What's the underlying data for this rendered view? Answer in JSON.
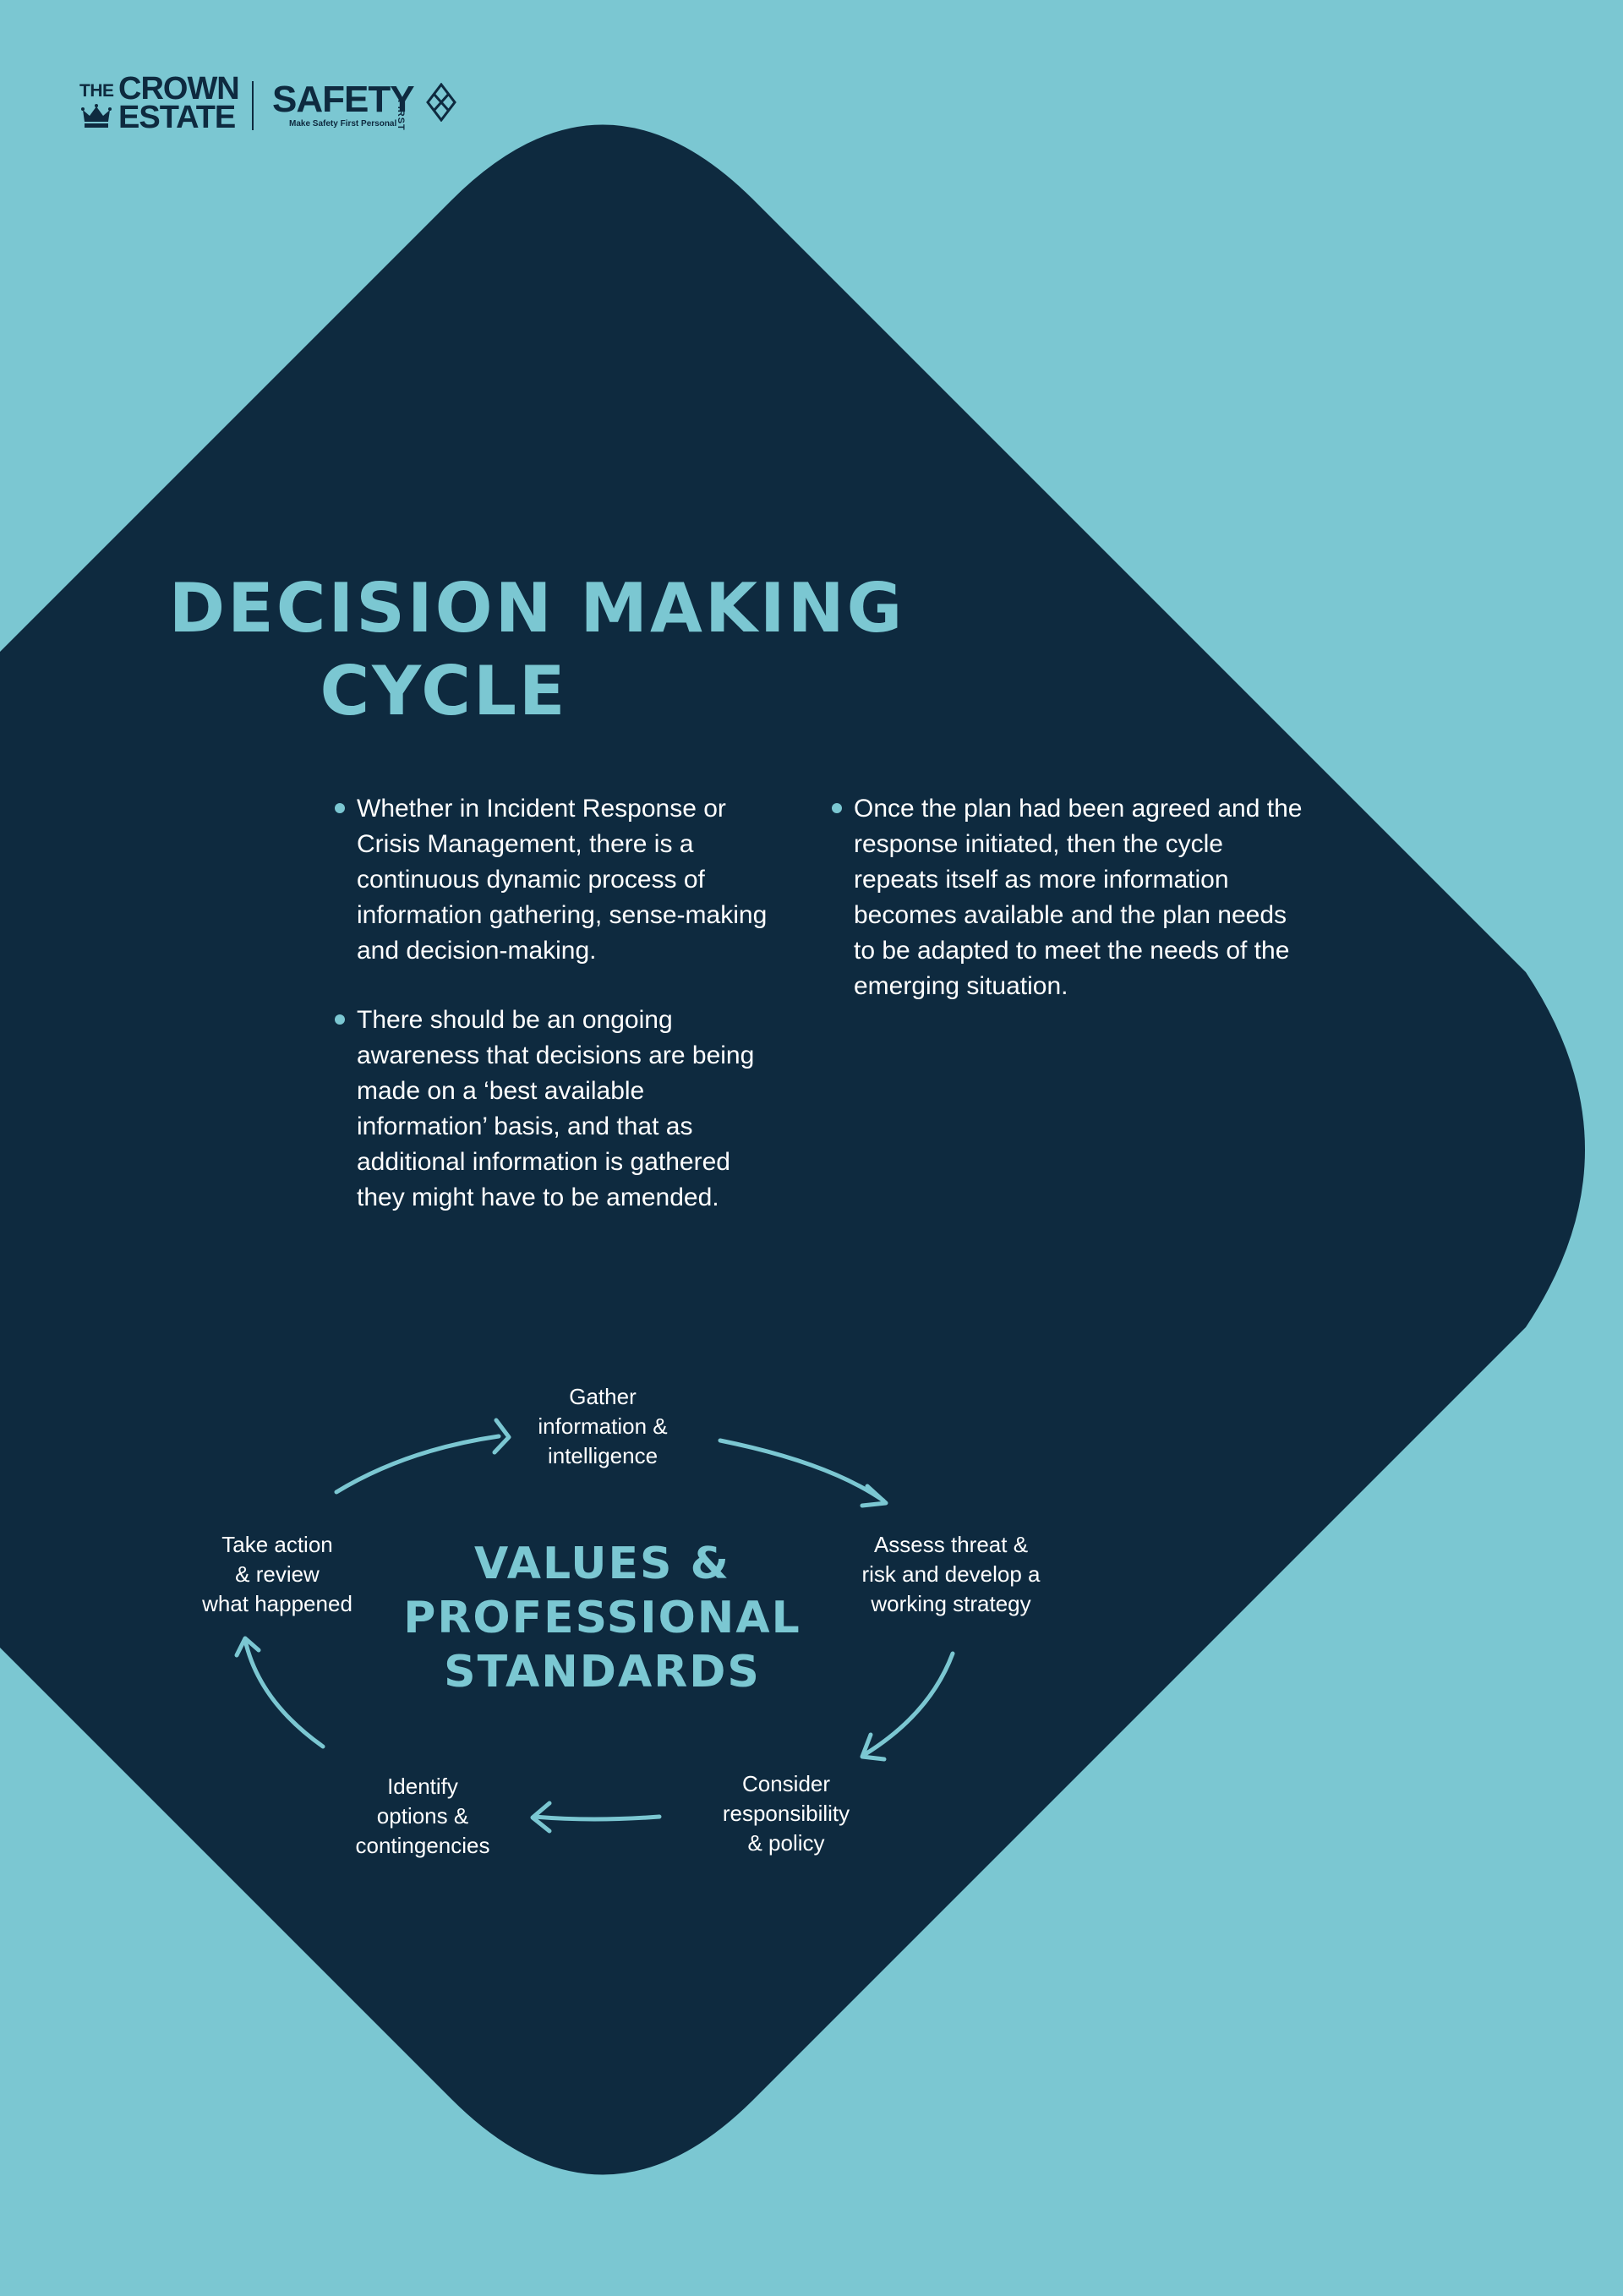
{
  "colors": {
    "background": "#7bc7d2",
    "panel": "#0e2a3f",
    "accent": "#7bc7d2",
    "text": "#ffffff"
  },
  "header": {
    "brand_the": "THE",
    "brand_crown": "CROWN",
    "brand_estate": "ESTATE",
    "safety": "SAFETY",
    "safety_tagline": "Make Safety First Personal",
    "safety_first": "FIRST",
    "icons": [
      "crown-icon",
      "safety-first-mark-icon"
    ]
  },
  "title": {
    "line1": "DECISION MAKING",
    "line2": "CYCLE"
  },
  "bullets_left": [
    "Whether in Incident Response or Crisis Management, there is a continuous dynamic process of information gathering, sense-making and decision-making.",
    "There should be an ongoing awareness that decisions are being made on a ‘best available information’ basis, and that as additional information is gathered they might have to be amended."
  ],
  "bullets_right": [
    "Once the plan had been agreed and the response initiated, then the cycle repeats itself as more information becomes available and the plan needs to be adapted to meet the needs of the emerging situation."
  ],
  "cycle": {
    "center": "VALUES &\nPROFESSIONAL\nSTANDARDS",
    "steps": [
      "Gather\ninformation &\nintelligence",
      "Assess threat &\nrisk and develop a\nworking strategy",
      "Consider\nresponsibility\n& policy",
      "Identify\noptions &\ncontingencies",
      "Take action\n& review\nwhat happened"
    ]
  }
}
